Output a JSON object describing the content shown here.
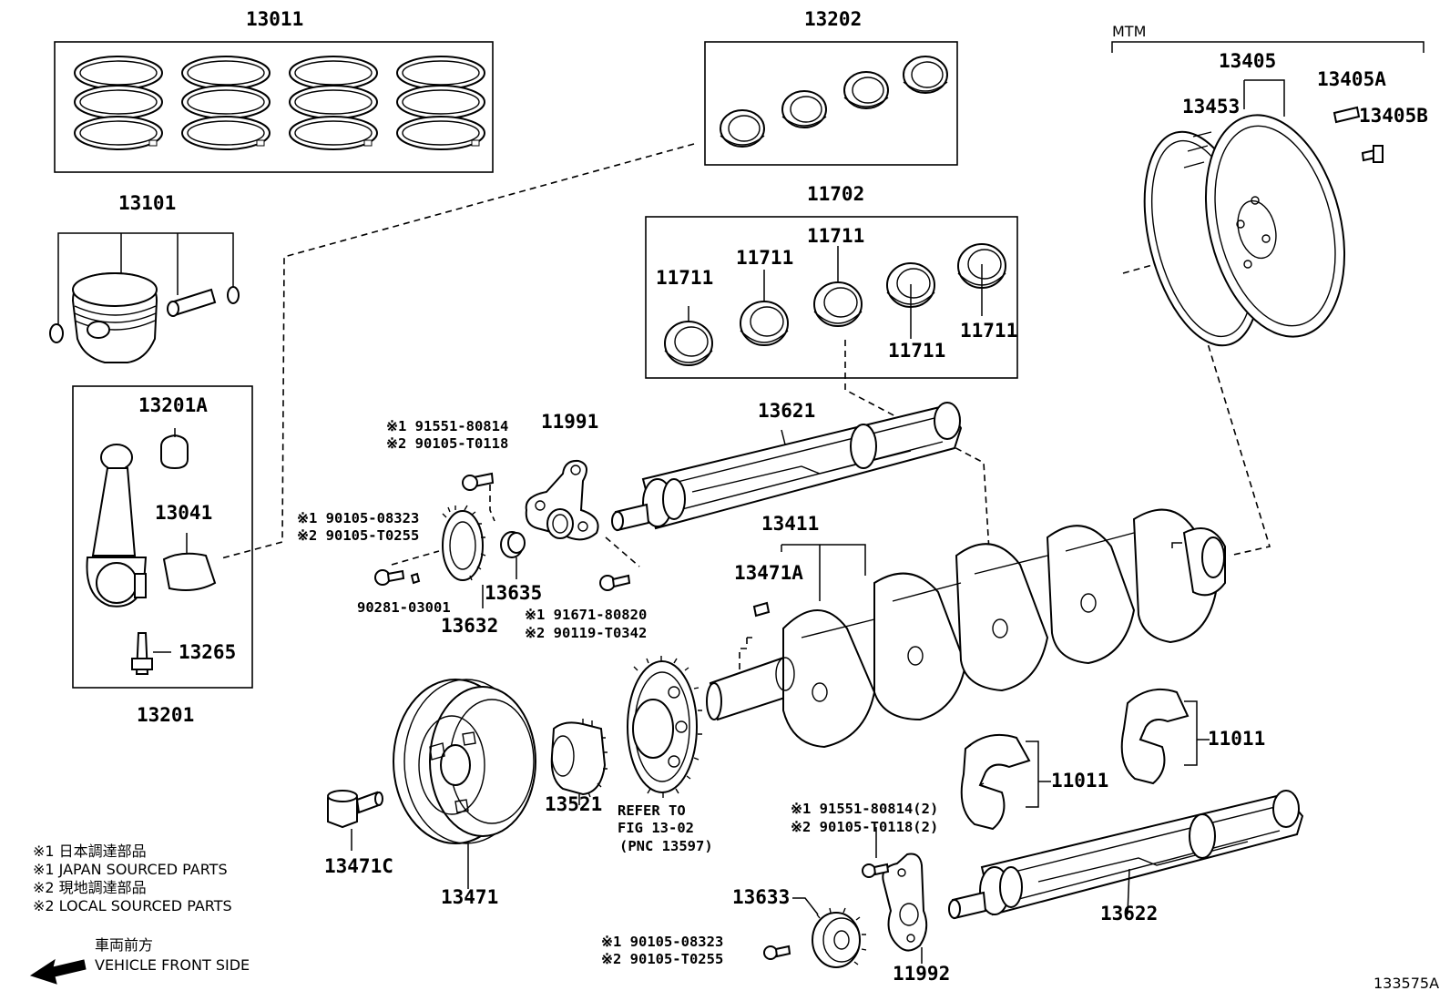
{
  "labels": {
    "p13011": "13011",
    "p13202": "13202",
    "mtm": "MTM",
    "p13405": "13405",
    "p13405a": "13405A",
    "p13405b": "13405B",
    "p13453": "13453",
    "p13101": "13101",
    "p11702": "11702",
    "p11711": "11711",
    "p13201a": "13201A",
    "p13041": "13041",
    "p13265": "13265",
    "p13201": "13201",
    "p11991": "11991",
    "p13621": "13621",
    "p13411": "13411",
    "p13471a": "13471A",
    "p13635": "13635",
    "p13632": "13632",
    "p90281": "90281-03001",
    "p13471": "13471",
    "p13471c": "13471C",
    "p13521": "13521",
    "p11011": "11011",
    "p13633": "13633",
    "p11992": "11992",
    "p13622": "13622",
    "refer1": "REFER TO",
    "refer2": "FIG 13-02",
    "refer3": "(PNC 13597)",
    "fig_id": "133575A"
  },
  "alt_parts": {
    "a1": "※1 91551-80814",
    "a2": "※2 90105-T0118",
    "b1": "※1 90105-08323",
    "b2": "※2 90105-T0255",
    "c1": "※1 91671-80820",
    "c2": "※2 90119-T0342",
    "d1": "※1 91551-80814(2)",
    "d2": "※2 90105-T0118(2)",
    "e1": "※1 90105-08323",
    "e2": "※2 90105-T0255"
  },
  "legend": {
    "l1": "※1  日本調達部品",
    "l2": "※1  JAPAN SOURCED PARTS",
    "l3": "※2  現地調達部品",
    "l4": "※2  LOCAL SOURCED PARTS"
  },
  "direction": {
    "jp": "車両前方",
    "en": "VEHICLE FRONT SIDE"
  }
}
